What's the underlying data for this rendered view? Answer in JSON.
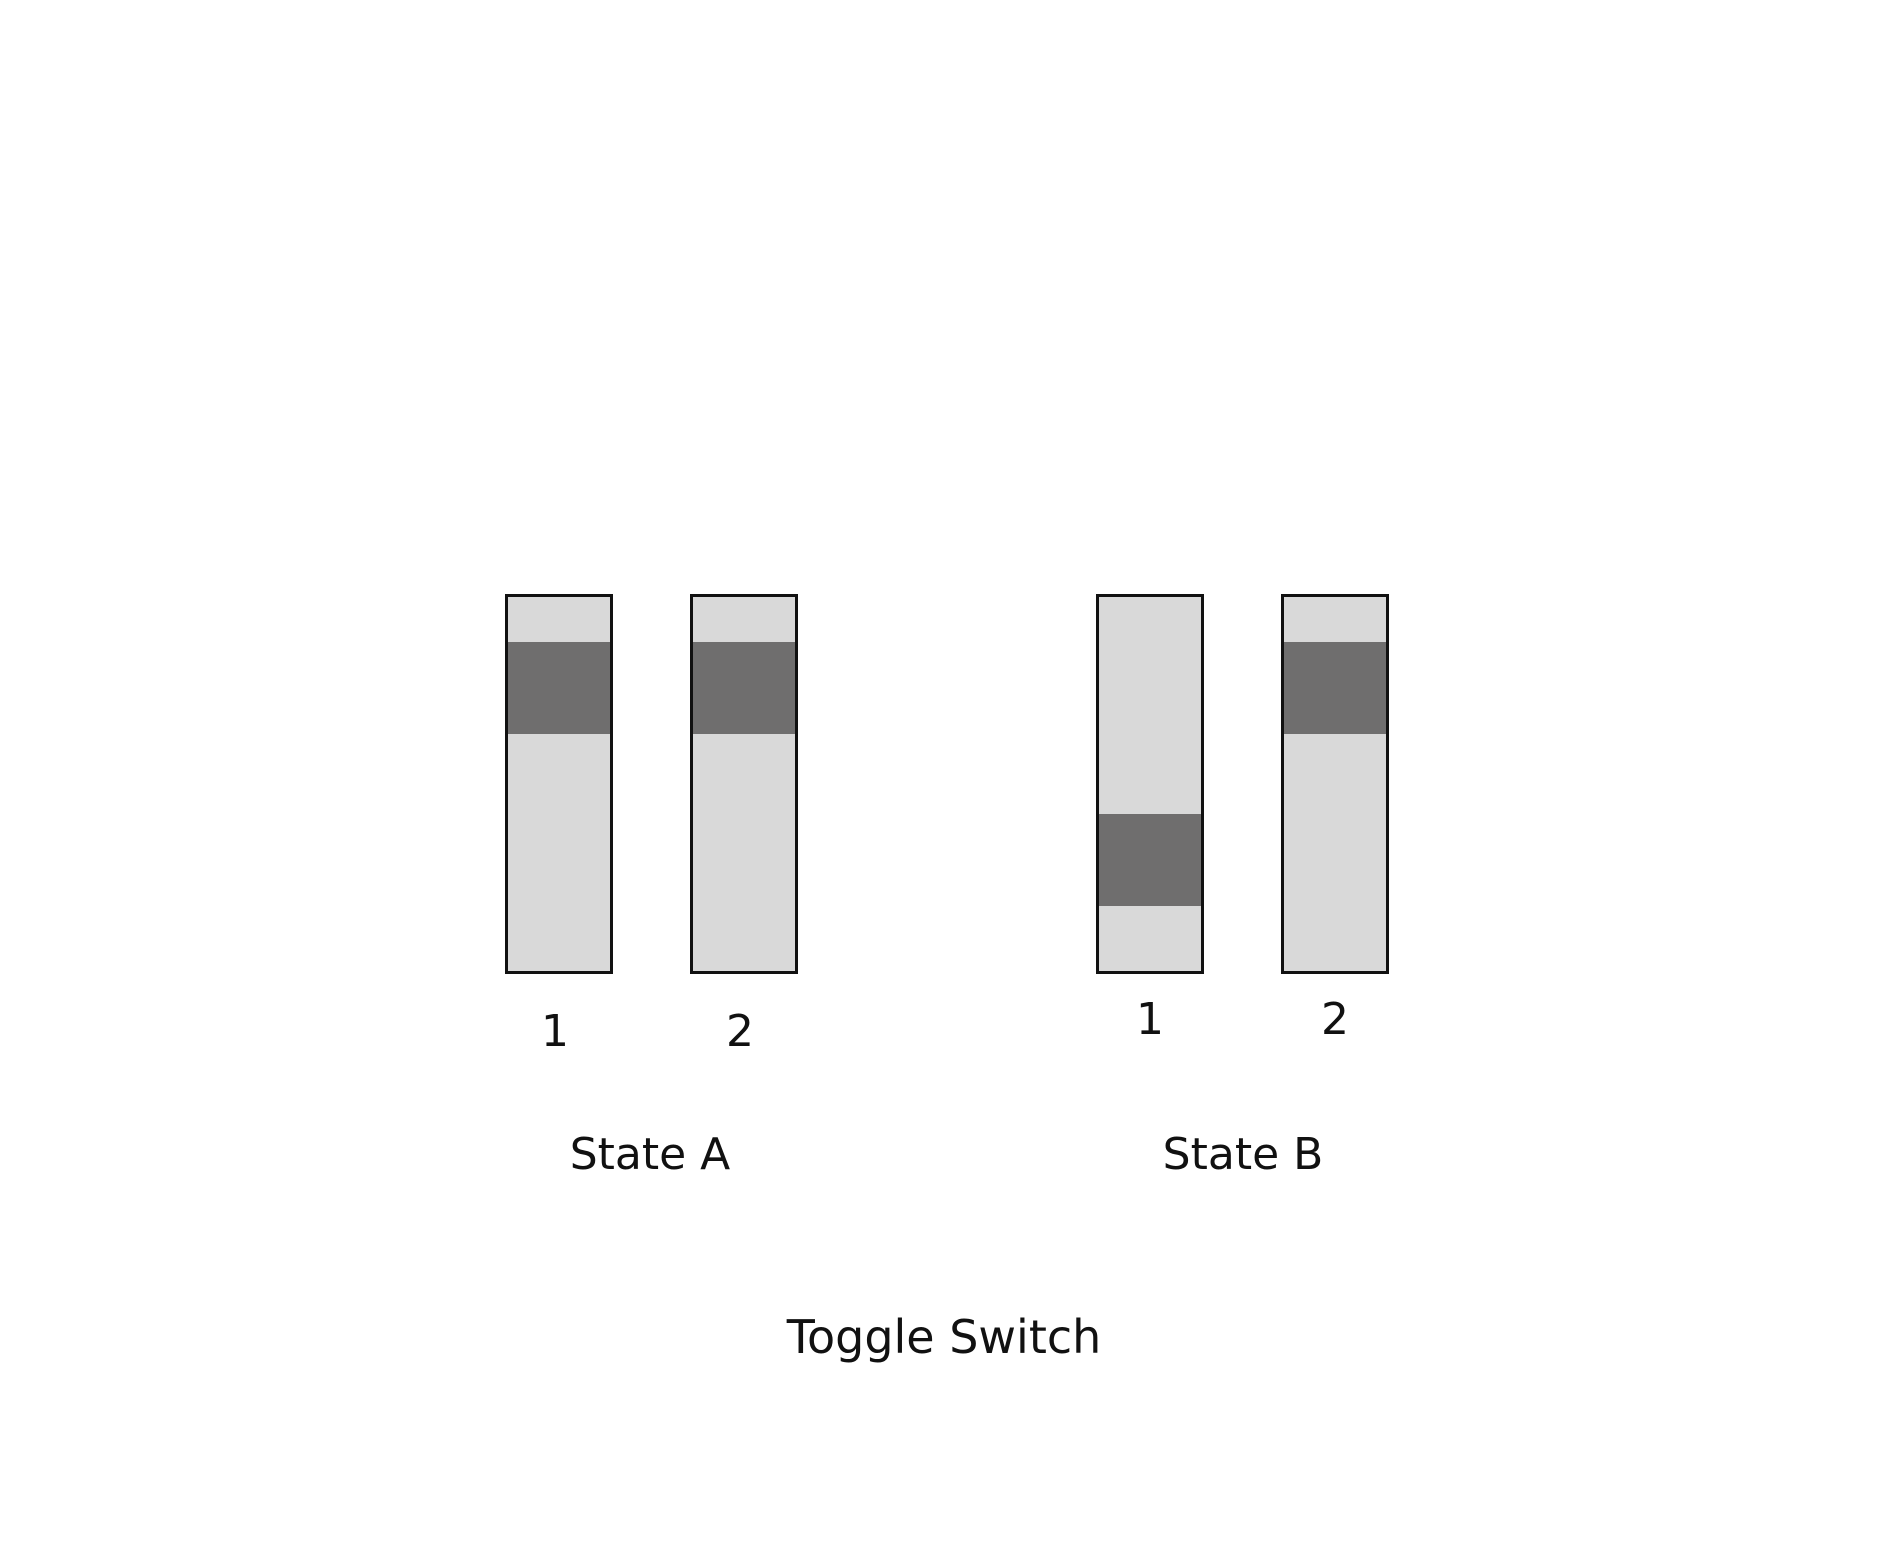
{
  "states": [
    {
      "label": "State A",
      "switches": [
        {
          "label": "1",
          "position": "up"
        },
        {
          "label": "2",
          "position": "up"
        }
      ]
    },
    {
      "label": "State B",
      "switches": [
        {
          "label": "1",
          "position": "down"
        },
        {
          "label": "2",
          "position": "up"
        }
      ]
    }
  ],
  "title": "Toggle Switch",
  "colors": {
    "track": "#d9d9d9",
    "knob": "#6f6e6e",
    "border": "#111111"
  }
}
